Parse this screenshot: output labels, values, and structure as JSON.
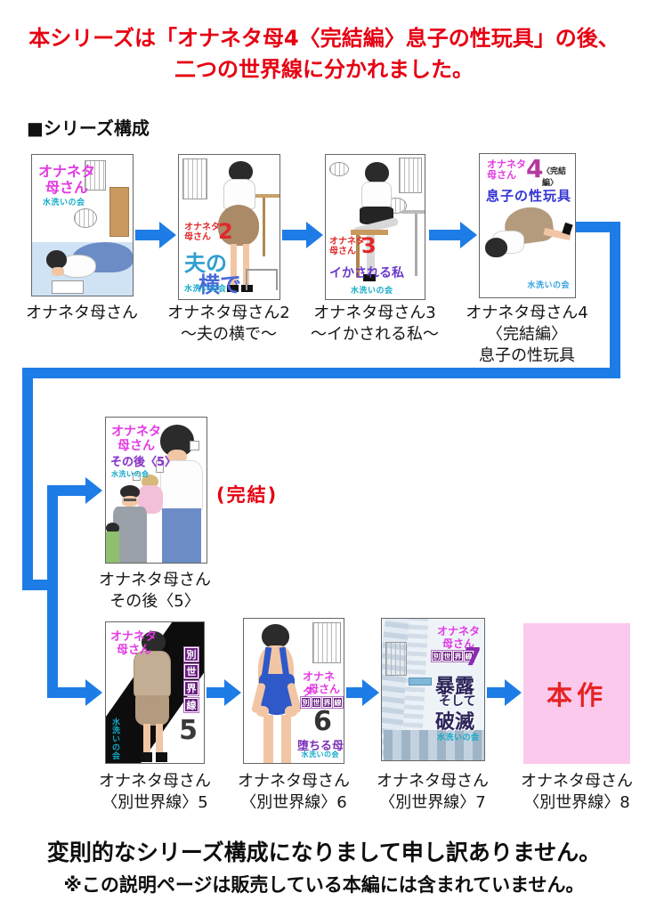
{
  "header": {
    "title_line1": "本シリーズは「オナネタ母4〈完結編〉息子の性玩具」の後、",
    "title_line2": "二つの世界線に分かれました。",
    "section_heading": "■シリーズ構成"
  },
  "footer": {
    "line1": "変則的なシリーズ構成になりまして申し訳ありません。",
    "line2": "※この説明ページは販売している本編には含まれていません。"
  },
  "flow": {
    "kanketsu_note": "(完結)"
  },
  "colors": {
    "arrow_blue": "#1e7ce6",
    "title_red": "#e60012",
    "cover_title_magenta": "#e33ae3",
    "circle_badge_teal": "#10aac8",
    "final_work_pink": "#fbc9ec",
    "world_box_purple": "#6a2080"
  },
  "circle_name": "水洗いの会",
  "covers": {
    "v1": {
      "title_l1": "オナネタ",
      "title_l2": "母さん",
      "badge": "水洗いの会",
      "caption_l1": "オナネタ母さん"
    },
    "v2": {
      "series_l1": "オナネタ",
      "series_l2": "母さん",
      "num": "2",
      "sub_l1": "夫の",
      "sub_l2": "横で",
      "badge": "水洗いの会",
      "caption_l1": "オナネタ母さん2",
      "caption_l2": "〜夫の横で〜"
    },
    "v3": {
      "series_l1": "オナネタ",
      "series_l2": "母さん",
      "num": "3",
      "sub": "イかされる私",
      "badge": "水洗いの会",
      "caption_l1": "オナネタ母さん3",
      "caption_l2": "〜イかされる私〜"
    },
    "v4": {
      "series_l1": "オナネタ",
      "series_l2": "母さん",
      "num": "4",
      "edition": "〈完結編〉",
      "sub": "息子の性玩具",
      "badge": "水洗いの会",
      "caption_l1": "オナネタ母さん4",
      "caption_l2": "〈完結編〉",
      "caption_l3": "息子の性玩具"
    },
    "sonogo": {
      "title_l1": "オナネタ",
      "title_l2": "母さん",
      "sub": "その後〈5〉",
      "badge": "水洗いの会",
      "caption_l1": "オナネタ母さん",
      "caption_l2": "その後〈5〉"
    },
    "alt5": {
      "title_l1": "オナネタ",
      "title_l2": "母さん",
      "world_c1": "別",
      "world_c2": "世",
      "world_c3": "界",
      "world_c4": "線",
      "num": "5",
      "badge": "水洗いの会",
      "caption_l1": "オナネタ母さん",
      "caption_l2": "〈別世界線〉5"
    },
    "alt6": {
      "title_l1": "オナネタ",
      "title_l2": "母さん",
      "world_c1": "別",
      "world_c2": "世",
      "world_c3": "界",
      "world_c4": "線",
      "num": "6",
      "sub": "堕ちる母",
      "badge": "水洗いの会",
      "caption_l1": "オナネタ母さん",
      "caption_l2": "〈別世界線〉6"
    },
    "alt7": {
      "title_l1": "オナネタ",
      "title_l2": "母さん",
      "world_c1": "別",
      "world_c2": "世",
      "world_c3": "界",
      "world_c4": "線",
      "num": "7",
      "sub_l1": "暴露",
      "sub_l2": "そして",
      "sub_l3": "破滅",
      "badge": "水洗いの会",
      "caption_l1": "オナネタ母さん",
      "caption_l2": "〈別世界線〉7"
    },
    "v8": {
      "label": "本作",
      "caption_l1": "オナネタ母さん",
      "caption_l2": "〈別世界線〉8"
    }
  }
}
